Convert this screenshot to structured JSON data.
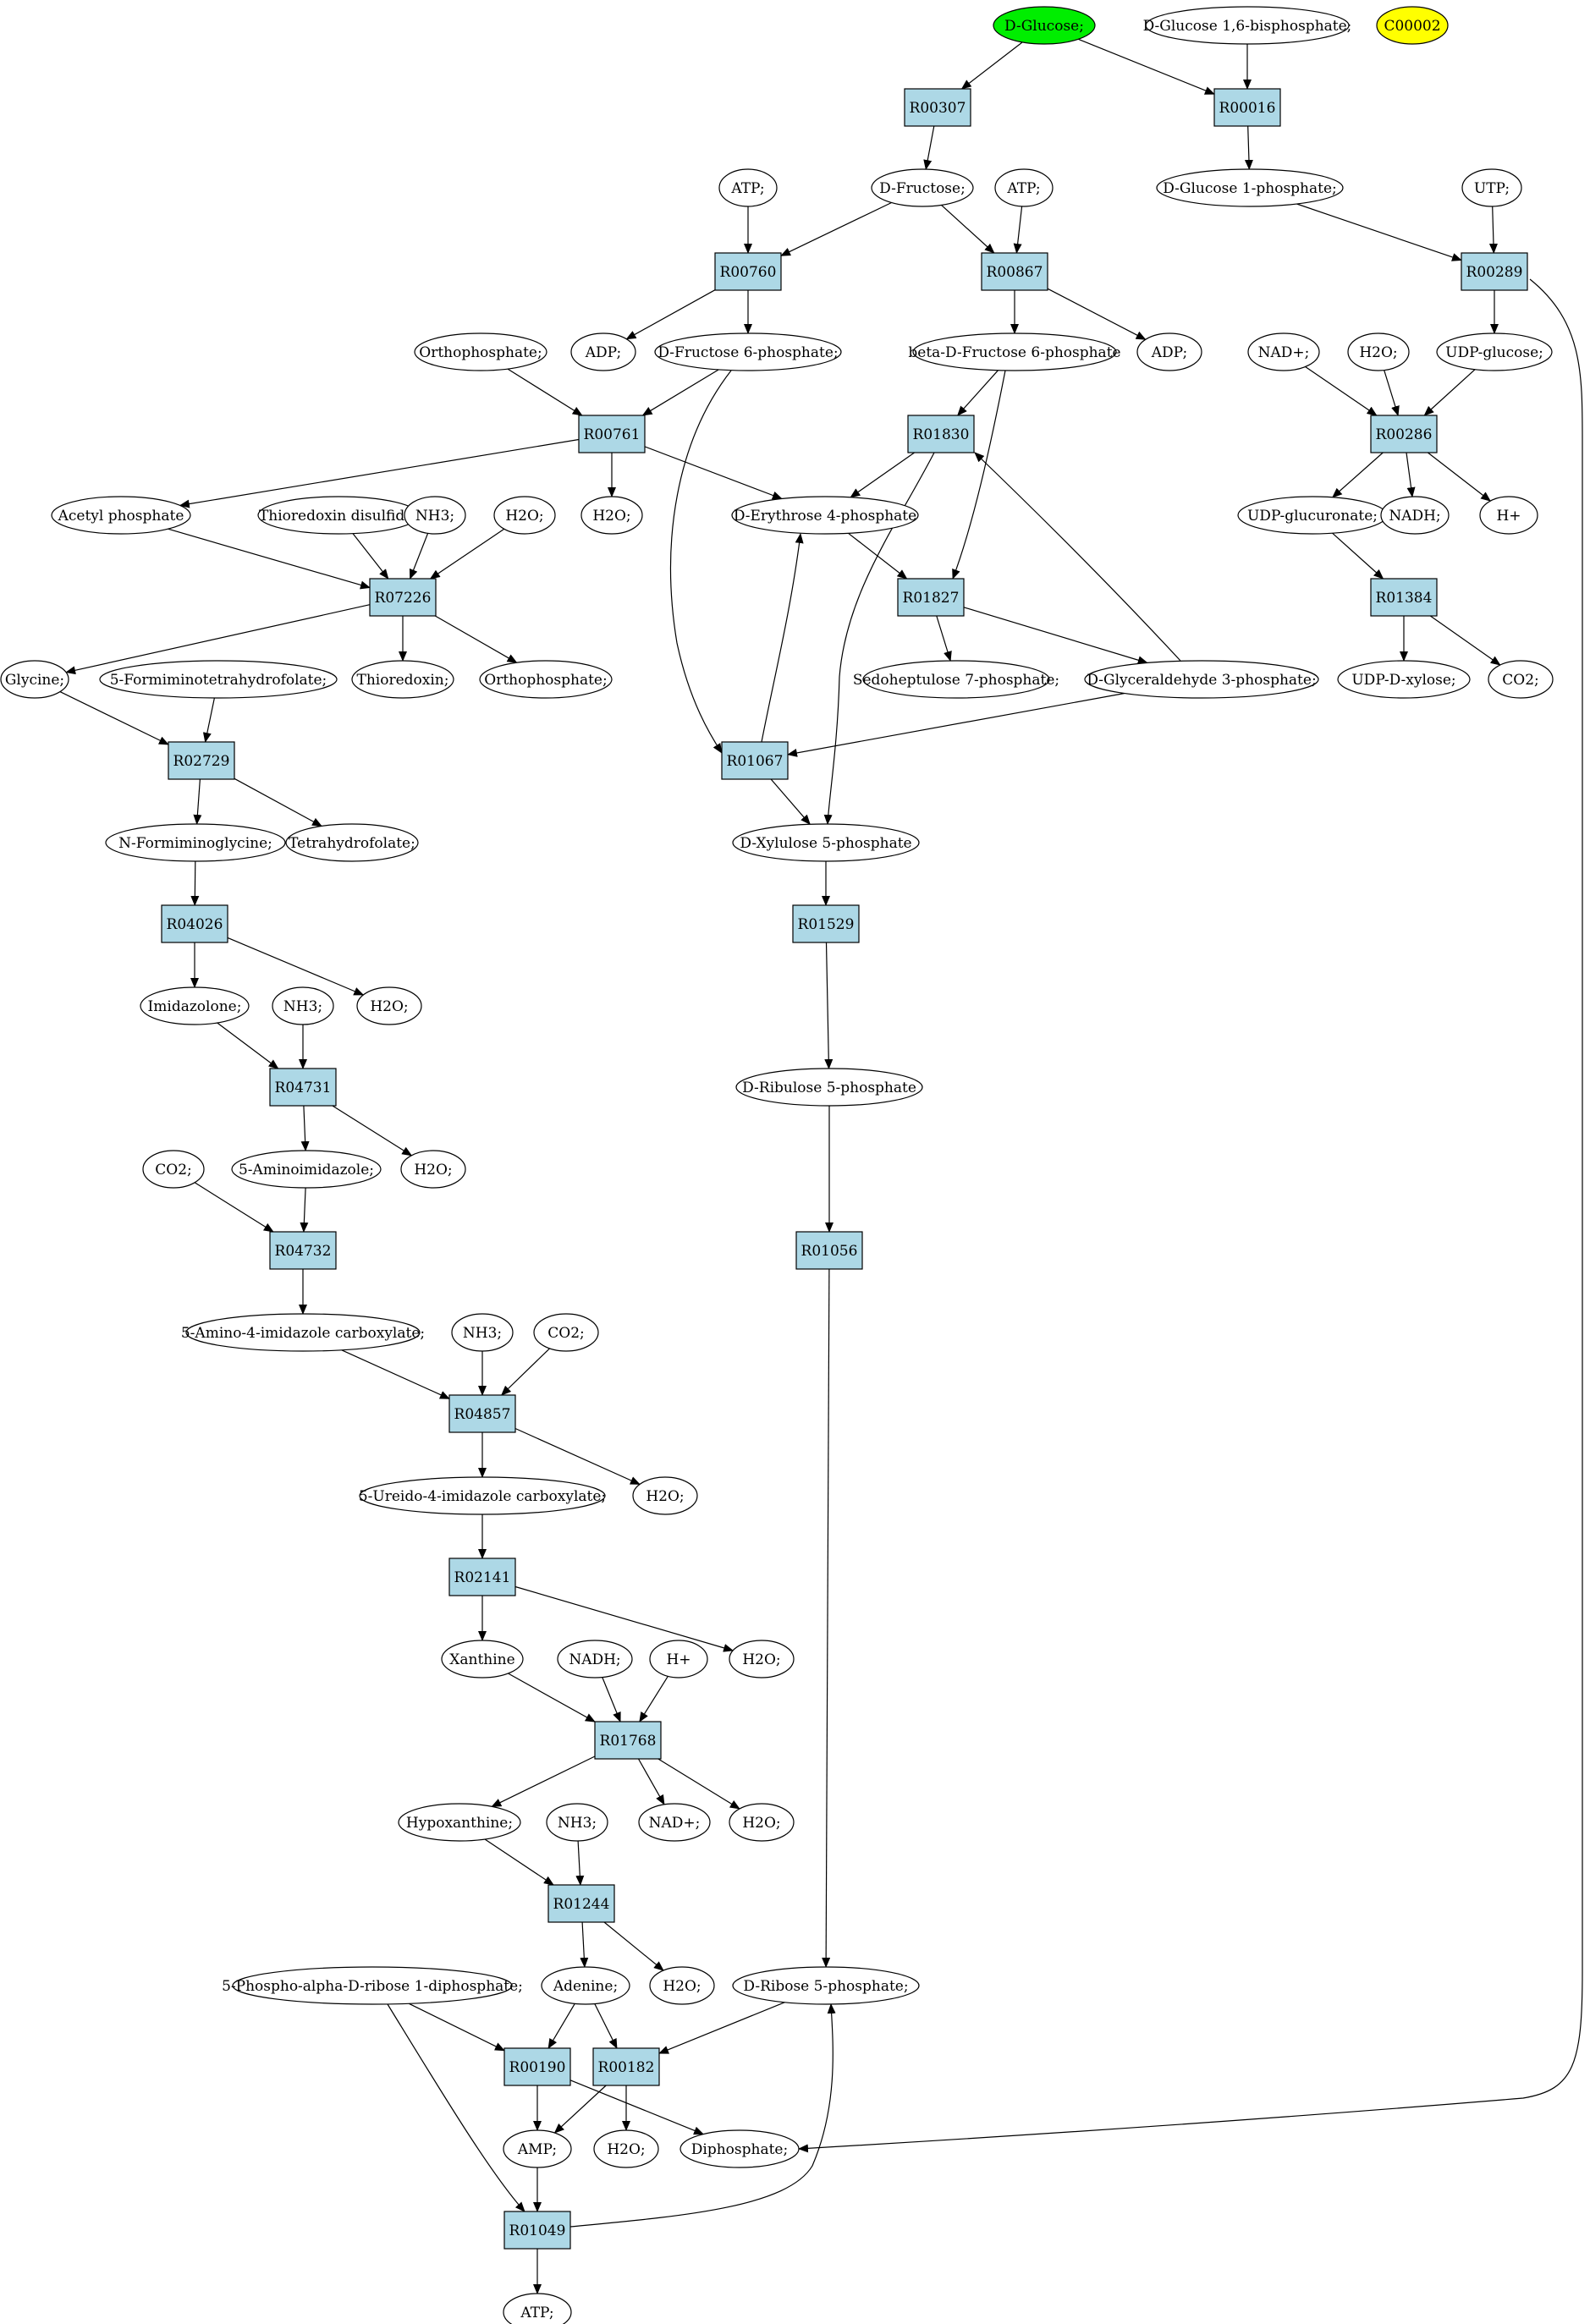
{
  "colors": {
    "reaction_fill": "#add8e6",
    "start_fill": "#00ee00",
    "highlight_fill": "#ffff00",
    "compound_fill": "#ffffff",
    "stroke": "#000000"
  },
  "reactions": [
    {
      "id": "r_R00307",
      "label": "R00307"
    },
    {
      "id": "r_R00016",
      "label": "R00016"
    },
    {
      "id": "r_R00760",
      "label": "R00760"
    },
    {
      "id": "r_R00867",
      "label": "R00867"
    },
    {
      "id": "r_R00289",
      "label": "R00289"
    },
    {
      "id": "r_R00761",
      "label": "R00761"
    },
    {
      "id": "r_R01830",
      "label": "R01830"
    },
    {
      "id": "r_R00286",
      "label": "R00286"
    },
    {
      "id": "r_R07226",
      "label": "R07226"
    },
    {
      "id": "r_R01827",
      "label": "R01827"
    },
    {
      "id": "r_R01384",
      "label": "R01384"
    },
    {
      "id": "r_R02729",
      "label": "R02729"
    },
    {
      "id": "r_R01067",
      "label": "R01067"
    },
    {
      "id": "r_R04026",
      "label": "R04026"
    },
    {
      "id": "r_R01529",
      "label": "R01529"
    },
    {
      "id": "r_R04731",
      "label": "R04731"
    },
    {
      "id": "r_R04732",
      "label": "R04732"
    },
    {
      "id": "r_R01056",
      "label": "R01056"
    },
    {
      "id": "r_R04857",
      "label": "R04857"
    },
    {
      "id": "r_R02141",
      "label": "R02141"
    },
    {
      "id": "r_R01768",
      "label": "R01768"
    },
    {
      "id": "r_R01244",
      "label": "R01244"
    },
    {
      "id": "r_R00190",
      "label": "R00190"
    },
    {
      "id": "r_R00182",
      "label": "R00182"
    },
    {
      "id": "r_R01049",
      "label": "R01049"
    }
  ],
  "compounds": [
    {
      "id": "c_dglucose",
      "label": "D-Glucose;",
      "fill": "start"
    },
    {
      "id": "c_g16bp",
      "label": "D-Glucose 1,6-bisphosphate;"
    },
    {
      "id": "c_c00002",
      "label": "C00002",
      "fill": "highlight"
    },
    {
      "id": "c_atp1",
      "label": "ATP;"
    },
    {
      "id": "c_dfructose",
      "label": "D-Fructose;"
    },
    {
      "id": "c_atp2",
      "label": "ATP;"
    },
    {
      "id": "c_g1p",
      "label": "D-Glucose 1-phosphate;"
    },
    {
      "id": "c_utp",
      "label": "UTP;"
    },
    {
      "id": "c_orthophosphate1",
      "label": "Orthophosphate;"
    },
    {
      "id": "c_adp1",
      "label": "ADP;"
    },
    {
      "id": "c_f6p",
      "label": "D-Fructose 6-phosphate;"
    },
    {
      "id": "c_bf6p",
      "label": "beta-D-Fructose 6-phosphate"
    },
    {
      "id": "c_adp2",
      "label": "ADP;"
    },
    {
      "id": "c_nad1",
      "label": "NAD+;"
    },
    {
      "id": "c_h2o_a",
      "label": "H2O;"
    },
    {
      "id": "c_udpglucose",
      "label": "UDP-glucose;"
    },
    {
      "id": "c_acetylp",
      "label": "Acetyl phosphate"
    },
    {
      "id": "c_trxss",
      "label": "Thioredoxin disulfide;"
    },
    {
      "id": "c_nh3_1",
      "label": "NH3;"
    },
    {
      "id": "c_h2o_b",
      "label": "H2O;"
    },
    {
      "id": "c_h2o_c",
      "label": "H2O;"
    },
    {
      "id": "c_e4p",
      "label": "D-Erythrose 4-phosphate"
    },
    {
      "id": "c_udpglcur",
      "label": "UDP-glucuronate;"
    },
    {
      "id": "c_nadh1",
      "label": "NADH;"
    },
    {
      "id": "c_hplus1",
      "label": "H+"
    },
    {
      "id": "c_glycine",
      "label": "Glycine;"
    },
    {
      "id": "c_fthf",
      "label": "5-Formiminotetrahydrofolate;"
    },
    {
      "id": "c_thioredoxin",
      "label": "Thioredoxin;"
    },
    {
      "id": "c_orthophosphate2",
      "label": "Orthophosphate;"
    },
    {
      "id": "c_s7p",
      "label": "Sedoheptulose 7-phosphate;"
    },
    {
      "id": "c_g3p",
      "label": "D-Glyceraldehyde 3-phosphate;"
    },
    {
      "id": "c_udpxylose",
      "label": "UDP-D-xylose;"
    },
    {
      "id": "c_co2_1",
      "label": "CO2;"
    },
    {
      "id": "c_nfg",
      "label": "N-Formiminoglycine;"
    },
    {
      "id": "c_thf",
      "label": "Tetrahydrofolate;"
    },
    {
      "id": "c_x5p",
      "label": "D-Xylulose 5-phosphate"
    },
    {
      "id": "c_imidazolone",
      "label": "Imidazolone;"
    },
    {
      "id": "c_nh3_2",
      "label": "NH3;"
    },
    {
      "id": "c_h2o_d",
      "label": "H2O;"
    },
    {
      "id": "c_ru5p",
      "label": "D-Ribulose 5-phosphate"
    },
    {
      "id": "c_co2_2",
      "label": "CO2;"
    },
    {
      "id": "c_aminoimid",
      "label": "5-Aminoimidazole;"
    },
    {
      "id": "c_h2o_e",
      "label": "H2O;"
    },
    {
      "id": "c_aic",
      "label": "5-Amino-4-imidazole carboxylate;"
    },
    {
      "id": "c_nh3_3",
      "label": "NH3;"
    },
    {
      "id": "c_co2_3",
      "label": "CO2;"
    },
    {
      "id": "c_uic",
      "label": "5-Ureido-4-imidazole carboxylate;"
    },
    {
      "id": "c_h2o_f",
      "label": "H2O;"
    },
    {
      "id": "c_xanthine",
      "label": "Xanthine"
    },
    {
      "id": "c_nadh2",
      "label": "NADH;"
    },
    {
      "id": "c_hplus2",
      "label": "H+"
    },
    {
      "id": "c_h2o_g",
      "label": "H2O;"
    },
    {
      "id": "c_hypoxanthine",
      "label": "Hypoxanthine;"
    },
    {
      "id": "c_nh3_4",
      "label": "NH3;"
    },
    {
      "id": "c_nad2",
      "label": "NAD+;"
    },
    {
      "id": "c_h2o_h",
      "label": "H2O;"
    },
    {
      "id": "c_prpp",
      "label": "5-Phospho-alpha-D-ribose 1-diphosphate;"
    },
    {
      "id": "c_adenine",
      "label": "Adenine;"
    },
    {
      "id": "c_h2o_i",
      "label": "H2O;"
    },
    {
      "id": "c_r5p",
      "label": "D-Ribose 5-phosphate;"
    },
    {
      "id": "c_amp",
      "label": "AMP;"
    },
    {
      "id": "c_h2o_j",
      "label": "H2O;"
    },
    {
      "id": "c_diphosphate",
      "label": "Diphosphate;"
    },
    {
      "id": "c_atp3",
      "label": "ATP;"
    }
  ]
}
